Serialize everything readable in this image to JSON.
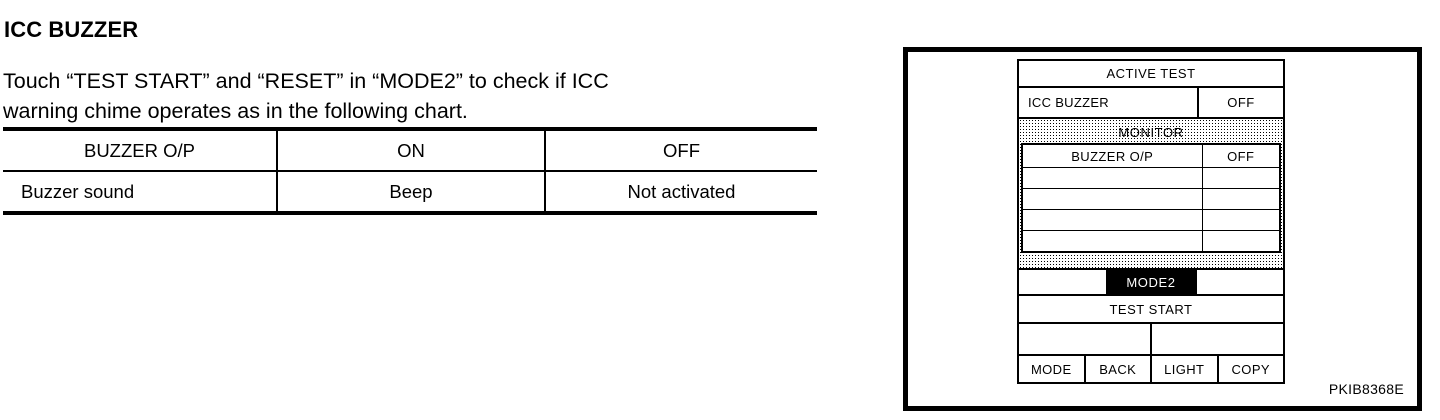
{
  "page": {
    "title": "ICC BUZZER",
    "intro_text": "Touch “TEST START” and “RESET” in “MODE2” to check if ICC",
    "intro_text_line2": "warning chime operates as in the following chart."
  },
  "buzzer_chart": {
    "header": [
      "BUZZER O/P",
      "ON",
      "OFF"
    ],
    "rows": [
      [
        "Buzzer sound",
        "Beep",
        "Not activated"
      ]
    ]
  },
  "consult_screen": {
    "title": "ACTIVE TEST",
    "active_test": {
      "label": "ICC BUZZER",
      "value": "OFF"
    },
    "monitor": {
      "title": "MONITOR",
      "header": [
        "BUZZER O/P",
        "OFF"
      ],
      "blank_rows": 4
    },
    "mode_row": {
      "left": "",
      "selected": "MODE2",
      "right": ""
    },
    "test_start": "TEST START",
    "spare_row": [
      "",
      ""
    ],
    "softkeys": [
      "MODE",
      "BACK",
      "LIGHT",
      "COPY"
    ]
  },
  "figure_code": "PKIB8368E",
  "colors": {
    "ink": "#000000",
    "paper": "#ffffff",
    "selected_bg": "#000000",
    "selected_fg": "#ffffff"
  }
}
